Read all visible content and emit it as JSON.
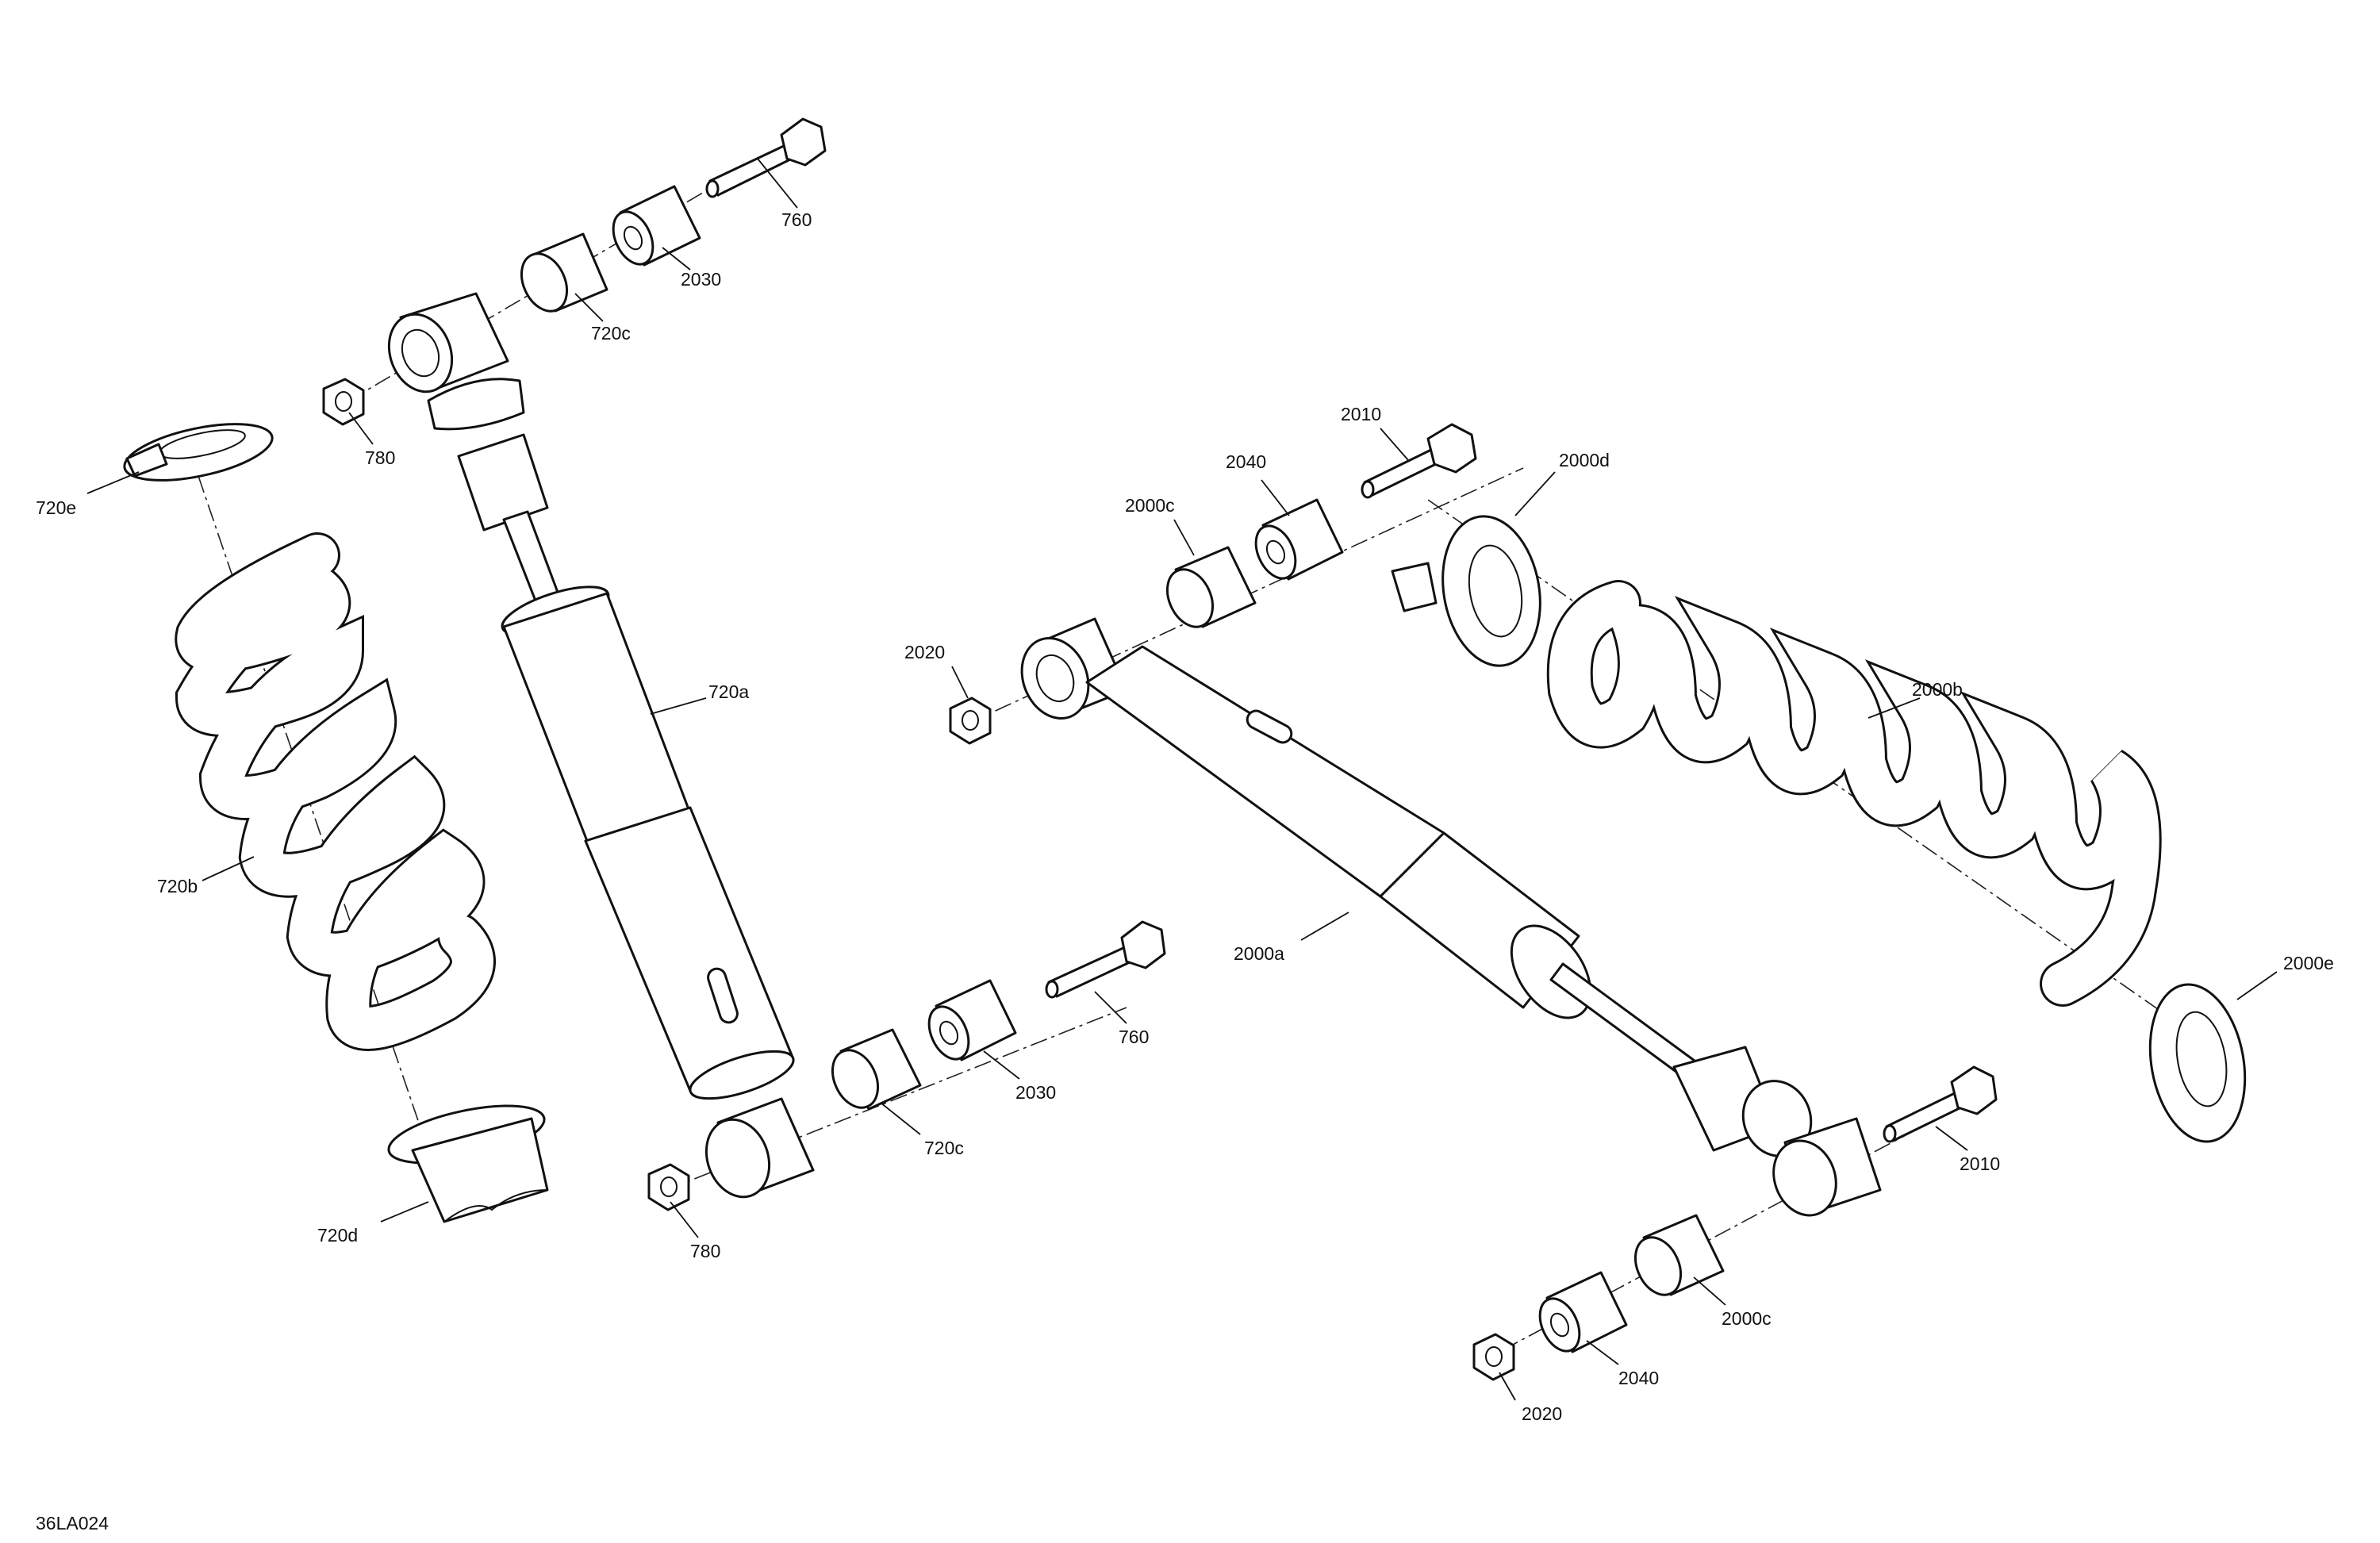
{
  "drawing_ref": "36LA024",
  "labels": {
    "l760_top": "760",
    "l2030_top": "2030",
    "l720c_top": "720c",
    "l780_top": "780",
    "l720e": "720e",
    "l720a": "720a",
    "l720b": "720b",
    "l720d": "720d",
    "l780_bot": "780",
    "l720c_bot": "720c",
    "l2030_bot": "2030",
    "l760_bot": "760",
    "l2010_top": "2010",
    "l2040_top": "2040",
    "l2000c_top": "2000c",
    "l2000d": "2000d",
    "l2020_top": "2020",
    "l2000b": "2000b",
    "l2000a": "2000a",
    "l2000e": "2000e",
    "l2010_bot": "2010",
    "l2000c_bot": "2000c",
    "l2040_bot": "2040",
    "l2020_bot": "2020"
  }
}
